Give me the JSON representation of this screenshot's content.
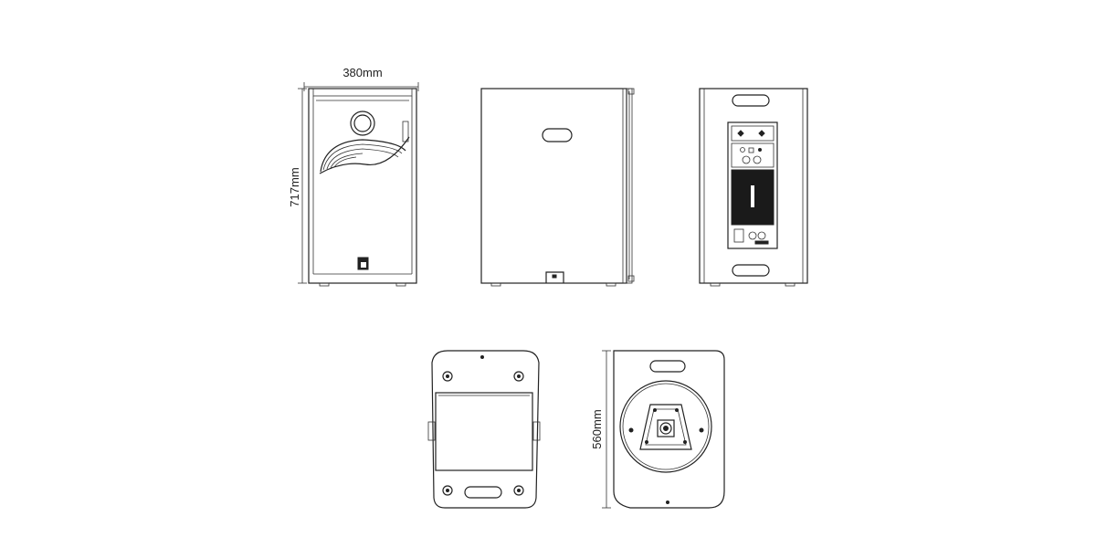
{
  "dimensions": {
    "width_label": "380mm",
    "height_label": "717mm",
    "depth_label": "560mm"
  },
  "colors": {
    "background": "#ffffff",
    "line": "#222222",
    "amp_fill": "#1a1a1a"
  },
  "icons": {
    "front_logo": "brand-logo-icon",
    "amp_module": "amplifier-panel-icon"
  }
}
